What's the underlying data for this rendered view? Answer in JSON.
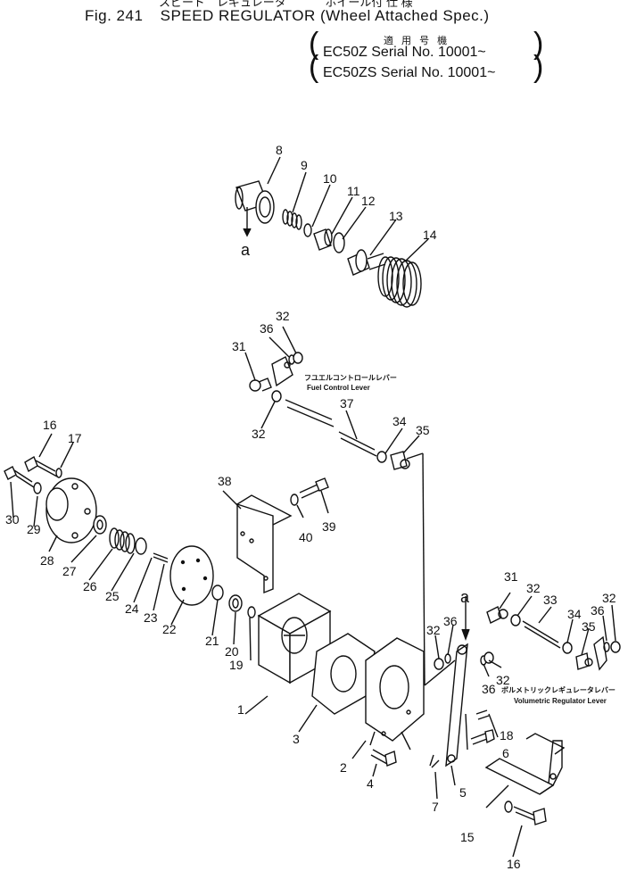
{
  "header": {
    "kana_top": [
      "スピード　レギュレータ",
      "ホイール付 仕 様"
    ],
    "fig_label": "Fig. 241",
    "title": "SPEED REGULATOR (Wheel Attached Spec.)",
    "applicable_jp": "適 用 号 機",
    "serial_1": "EC50Z   Serial No. 10001~",
    "serial_2": "EC50ZS Serial No. 10001~"
  },
  "part_numbers": [
    "1",
    "2",
    "3",
    "4",
    "5",
    "6",
    "7",
    "8",
    "9",
    "10",
    "11",
    "12",
    "13",
    "14",
    "15",
    "16",
    "17",
    "18",
    "19",
    "20",
    "21",
    "22",
    "23",
    "24",
    "25",
    "26",
    "27",
    "28",
    "29",
    "30",
    "31",
    "32",
    "33",
    "34",
    "35",
    "36",
    "37",
    "38",
    "39",
    "40"
  ],
  "annotations": {
    "fuel_lever_jp": "フユエルコントロールレバー",
    "fuel_lever_en": "Fuel  Control  Lever",
    "vol_lever_jp": "ボルメトリックレギュレータレバー",
    "vol_lever_en": "Volumetric  Regulator  Lever",
    "ref_a": "a"
  }
}
